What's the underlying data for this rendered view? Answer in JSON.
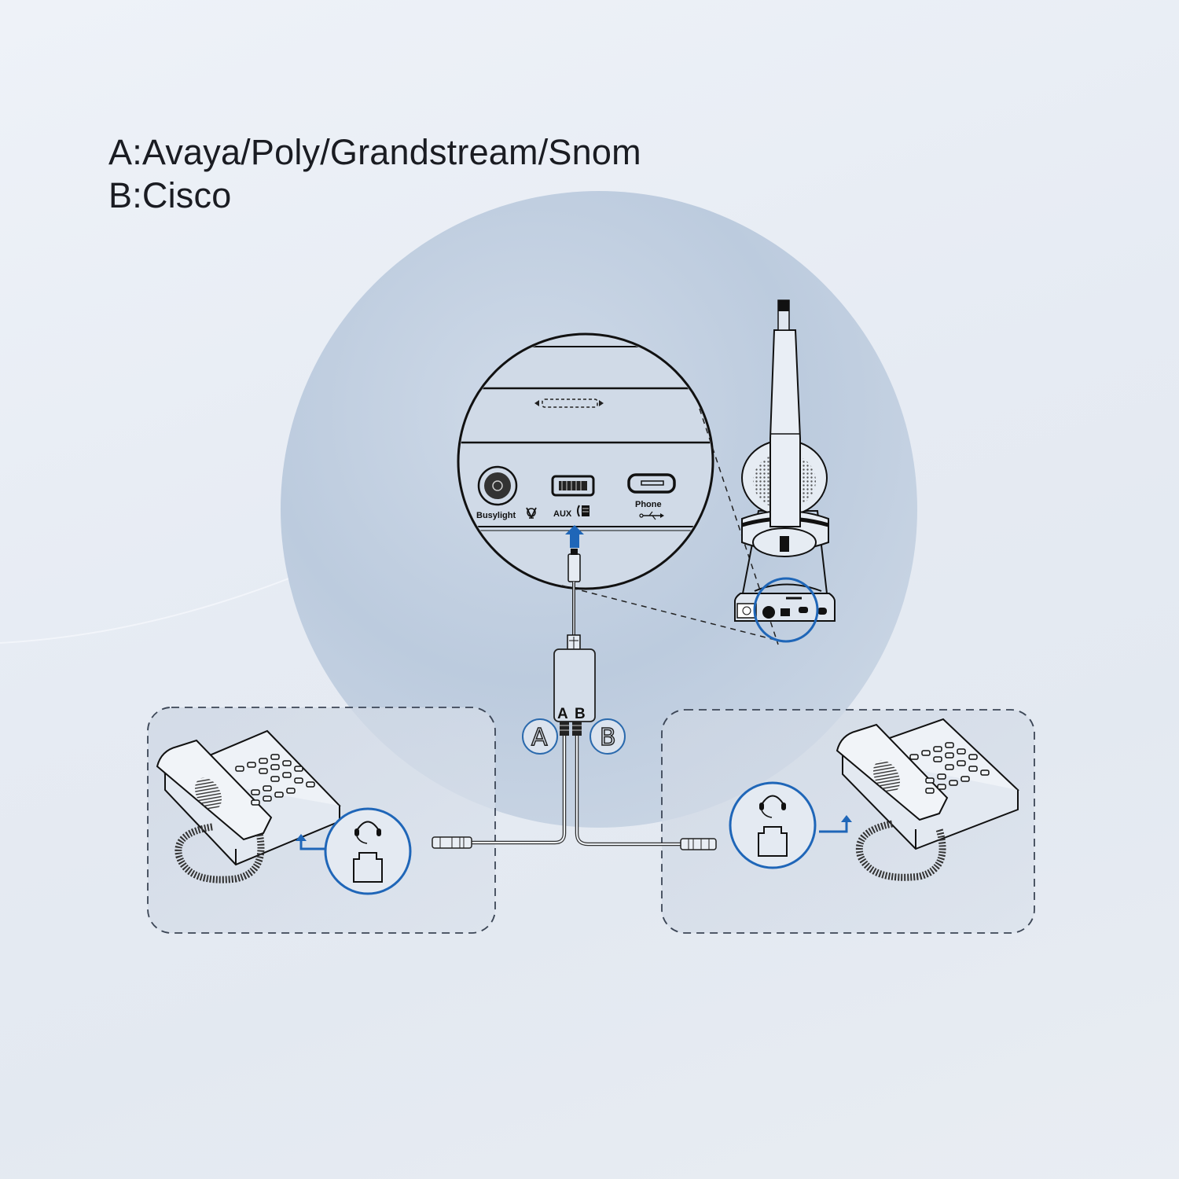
{
  "legend": {
    "line_a": "A:Avaya/Poly/Grandstream/Snom",
    "line_b": "B:Cisco"
  },
  "base_ports": {
    "busylight": {
      "label": "Busylight",
      "icon": "lightbulb-icon"
    },
    "aux": {
      "label": "AUX",
      "icon": "phone-handset-icon"
    },
    "phone": {
      "label": "Phone",
      "icon": "usb-icon"
    }
  },
  "splitter": {
    "port_a": "A",
    "port_b": "B"
  },
  "badges": {
    "a": "A",
    "b": "B"
  },
  "phone_left": {
    "port": "A",
    "jack_icon": "headset-jack-icon"
  },
  "phone_right": {
    "port": "B",
    "jack_icon": "headset-jack-icon"
  },
  "colors": {
    "accent_blue": "#1f66b8",
    "line": "#1a1a1a",
    "sphere": "#c3d0e1",
    "panel": "#d4dce8",
    "background": "#e8edf4"
  }
}
